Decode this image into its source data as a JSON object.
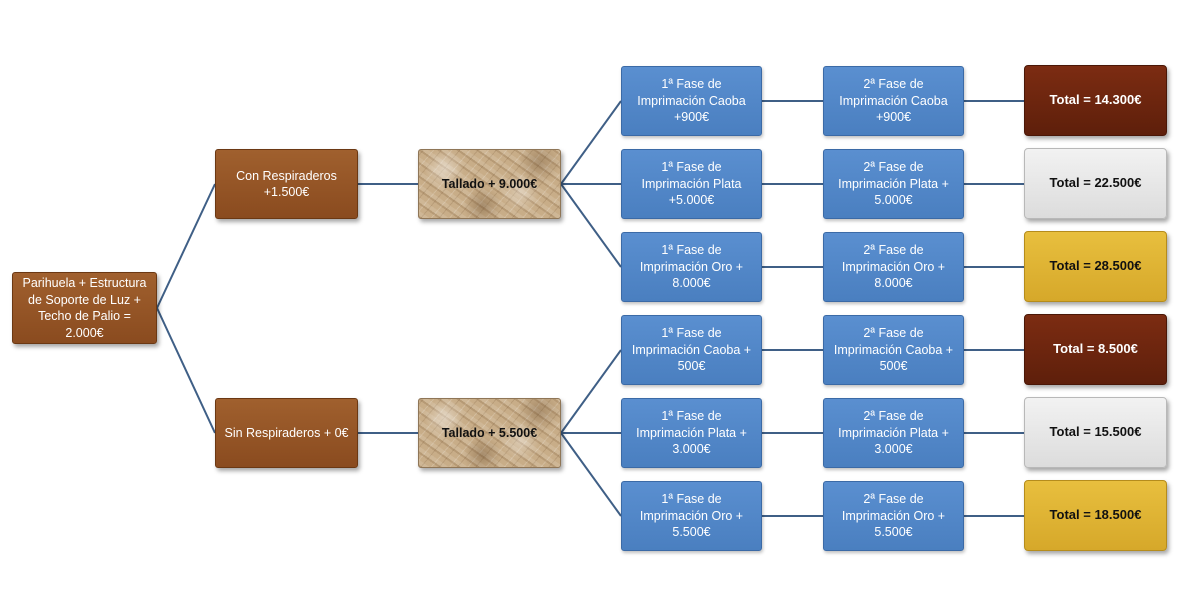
{
  "root": {
    "label": "Parihuela + Estructura\nde Soporte de Luz  +\nTecho de Palio =\n2.000€"
  },
  "branches": [
    {
      "label": "Con Respiraderos\n+1.500€",
      "tallado": "Tallado + 9.000€",
      "options": [
        {
          "fase1": "1ª Fase de\nImprimación Caoba\n+900€",
          "fase2": "2ª Fase de\nImprimación Caoba\n+900€",
          "total": "Total = 14.300€",
          "finish": "caoba"
        },
        {
          "fase1": "1ª Fase de\nImprimación Plata\n+5.000€",
          "fase2": "2ª Fase de\nImprimación Plata +\n5.000€",
          "total": "Total = 22.500€",
          "finish": "plata"
        },
        {
          "fase1": "1ª Fase de\nImprimación Oro +\n8.000€",
          "fase2": "2ª Fase de\nImprimación Oro +\n8.000€",
          "total": "Total = 28.500€",
          "finish": "oro"
        }
      ]
    },
    {
      "label": "Sin Respiraderos + 0€",
      "tallado": "Tallado + 5.500€",
      "options": [
        {
          "fase1": "1ª Fase de\nImprimación Caoba +\n500€",
          "fase2": "2ª Fase de\nImprimación Caoba +\n500€",
          "total": "Total = 8.500€",
          "finish": "caoba"
        },
        {
          "fase1": "1ª Fase de\nImprimación Plata +\n3.000€",
          "fase2": "2ª Fase de\nImprimación Plata +\n3.000€",
          "total": "Total = 15.500€",
          "finish": "plata"
        },
        {
          "fase1": "1ª Fase de\nImprimación Oro +\n5.500€",
          "fase2": "2ª Fase de\nImprimación Oro +\n5.500€",
          "total": "Total = 18.500€",
          "finish": "oro"
        }
      ]
    }
  ],
  "colors": {
    "connector": "#3f5f86",
    "brown": "#96552a",
    "blue": "#4f86c6",
    "caoba": "#6d2510",
    "plata": "#e6e6e6",
    "oro": "#deb231"
  }
}
